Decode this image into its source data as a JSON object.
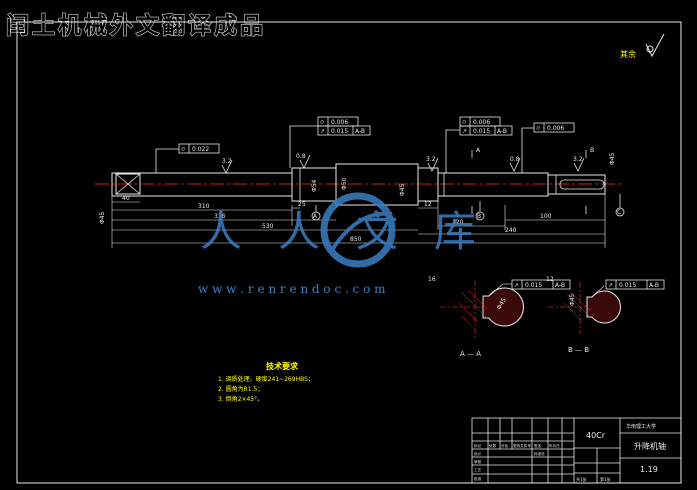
{
  "banner": "闰土机械外文翻译成品",
  "watermark": {
    "logo_text": "人人文库",
    "url": "w w w . r e n r e n d o c . c o m"
  },
  "surface_finish": {
    "rest_label": "其余",
    "r1": "3.2",
    "r2": "0.8",
    "r3": "3.2",
    "r4": "0.8",
    "r5": "3.2"
  },
  "gdt": {
    "f1": {
      "symbol": "⌭",
      "value": "0.022"
    },
    "f2": {
      "symbol": "⌭",
      "value": "0.006",
      "sym2": "↗",
      "value2": "0.015",
      "ref": "A-B"
    },
    "f3": {
      "symbol": "⌭",
      "value": "0.006",
      "sym2": "↗",
      "value2": "0.015",
      "ref": "A-B"
    },
    "f4": {
      "symbol": "⌭",
      "value": "0.006"
    },
    "f5": {
      "symbol": "↗",
      "value": "0.015",
      "ref": "A-B"
    },
    "f6": {
      "symbol": "↗",
      "value": "0.015",
      "ref": "A-B"
    }
  },
  "dims": {
    "d40": "40",
    "d310": "310",
    "d336": "336",
    "d530": "530",
    "d850": "850",
    "d25": "25",
    "d12": "12",
    "d320": "320",
    "d240": "240",
    "d100": "100",
    "dia_left": "Φ45",
    "dia_1": "Φ54",
    "dia_2": "Φ50",
    "dia_3": "Φ45",
    "dia_right": "Φ45",
    "keyway_left": "16",
    "keyway_right": "12"
  },
  "datums": {
    "a": "A",
    "b": "B",
    "c": "C"
  },
  "sections": {
    "aa_cut": "A",
    "bb_cut": "B",
    "aa_label": "A — A",
    "bb_label": "B — B",
    "aa_keyway": "16",
    "bb_keyway": "12",
    "aa_depth": "Φ45",
    "bb_depth": "Φ45"
  },
  "tech_req": {
    "title": "技术要求",
    "items": [
      "1. 调质处理，硬度241~269HBS；",
      "2. 圆角为R1.5；",
      "3. 倒角2×45°。"
    ]
  },
  "title_block": {
    "material": "40Cr",
    "school": "华南理工大学",
    "part_name": "升降机轴",
    "scale": "1.19",
    "sheet_total": "共1张",
    "sheet_no": "第1张",
    "rows": [
      "标记",
      "处数",
      "分区",
      "更改文件号",
      "签名",
      "年月日"
    ],
    "roles": [
      "设计",
      "审核",
      "工艺",
      "标准化",
      "批准"
    ]
  },
  "colors": {
    "outline": "#e8e8e8",
    "centerline": "#ff3030",
    "dim": "#00d000",
    "annot": "#00d8d8",
    "text_yellow": "#ffff00",
    "watermark": "#3b7fc4"
  }
}
